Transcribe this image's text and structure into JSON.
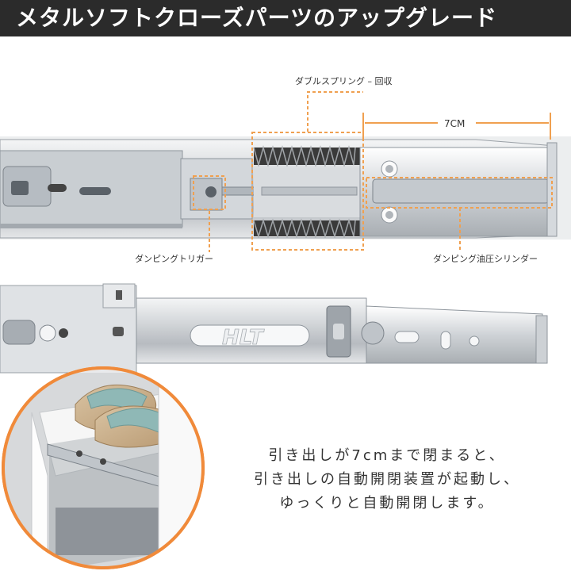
{
  "header": {
    "title": "メタルソフトクローズパーツのアップグレード"
  },
  "callouts": {
    "double_spring": "ダブルスプリング – 回収",
    "length": "7CM",
    "damping_trigger": "ダンピングトリガー",
    "damping_cylinder": "ダンピング油圧シリンダー"
  },
  "rail_logo": "HLT",
  "caption": {
    "line1": "引き出しが7cmまで閉まると、",
    "line2": "引き出しの自動開閉装置が起動し、",
    "line3": "ゆっくりと自動開閉します。"
  },
  "colors": {
    "header_bg": "#2b2b2b",
    "callout_orange": "#f0a050",
    "rail_steel": "#c8ccd0"
  }
}
